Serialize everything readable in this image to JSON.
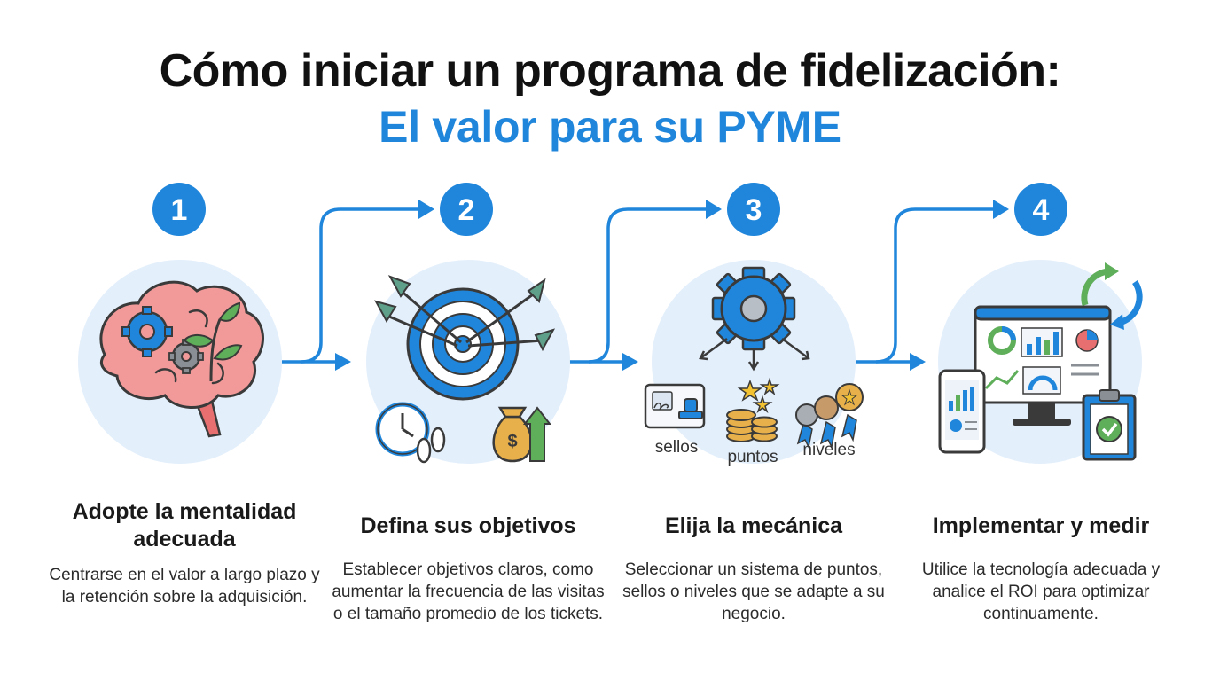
{
  "heading": {
    "line1": "Cómo iniciar un programa de fidelización:",
    "line2": "El valor para su PYME"
  },
  "colors": {
    "accent": "#1f86db",
    "circle_bg": "#e3effb",
    "brain": "#f29a9a",
    "leaf": "#5fae5a",
    "gold": "#e8b04a"
  },
  "steps": [
    {
      "number": "1",
      "title": "Adopte la mentalidad adecuada",
      "description": "Centrarse en el valor a largo plazo y la retención sobre la adquisición.",
      "icon": "brain-gears-plant-icon"
    },
    {
      "number": "2",
      "title": "Defina sus objetivos",
      "description": "Establecer objetivos claros, como aumentar la frecuencia de las visitas o el tamaño promedio de los tickets.",
      "icon": "target-arrows-icon"
    },
    {
      "number": "3",
      "title": "Elija la mecánica",
      "description": "Seleccionar un sistema de puntos, sellos o niveles que se adapte a su negocio.",
      "icon": "gear-mechanics-icon",
      "options": [
        "sellos",
        "puntos",
        "niveles"
      ]
    },
    {
      "number": "4",
      "title": "Implementar y medir",
      "description": "Utilice la tecnología adecuada y analice el ROI para optimizar continuamente.",
      "icon": "dashboard-analytics-icon"
    }
  ]
}
